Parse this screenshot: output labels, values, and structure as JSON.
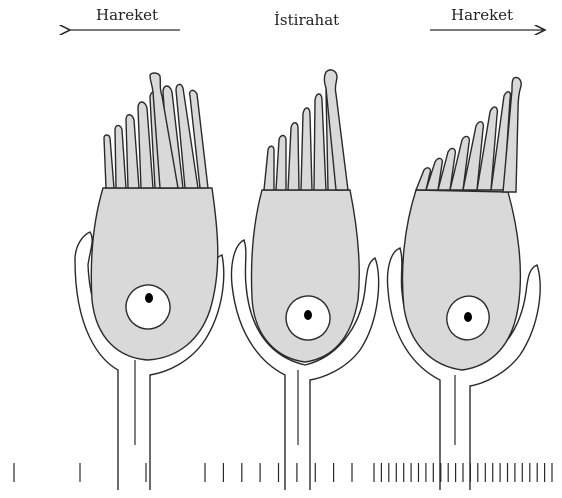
{
  "labels": {
    "left": "Hareket",
    "center": "İstirahat",
    "right": "Hareket"
  },
  "colors": {
    "cell_fill": "#d9d9d9",
    "stroke": "#2a2a2a",
    "nucleus_fill": "#ffffff",
    "nucleolus": "#000000"
  },
  "states": [
    {
      "name": "Hareket",
      "spike_count": 3
    },
    {
      "name": "İstirahat",
      "spike_count": 9
    },
    {
      "name": "Hareket",
      "spike_count": 25
    }
  ]
}
